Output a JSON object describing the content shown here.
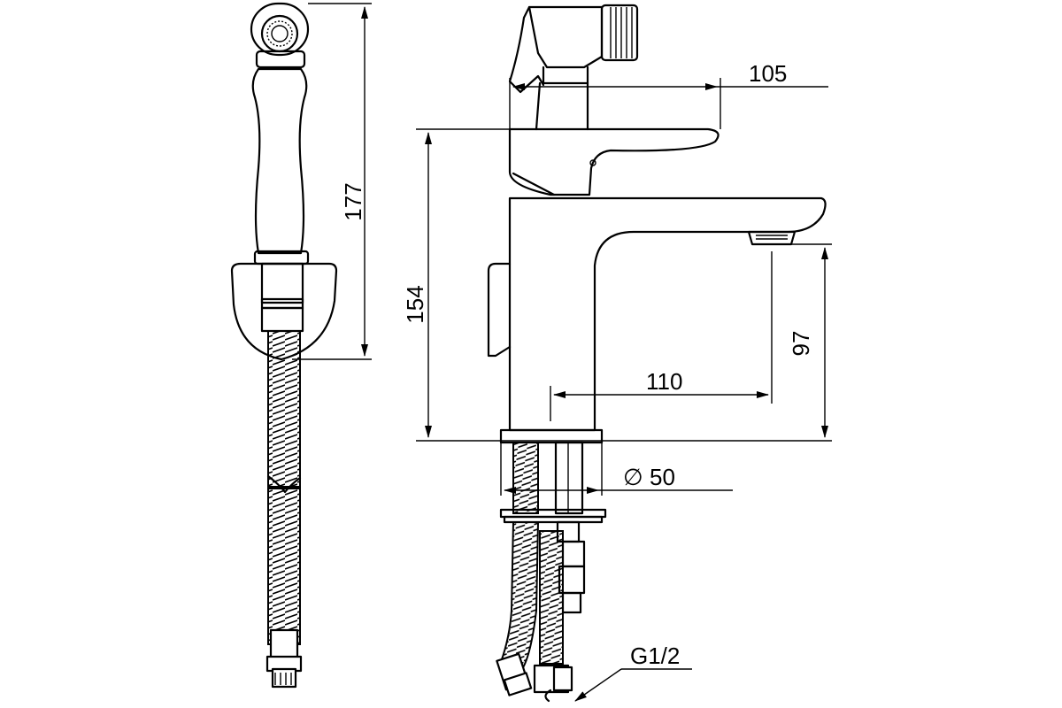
{
  "drawing": {
    "dimensions": {
      "handshower_height": "177",
      "total_height": "154",
      "spout_height": "97",
      "spout_reach": "110",
      "handle_reach": "105",
      "base_diameter": "50",
      "diameter_symbol": "∅",
      "connection_thread": "G1/2"
    },
    "colors": {
      "line": "#000000",
      "background": "#ffffff"
    }
  }
}
